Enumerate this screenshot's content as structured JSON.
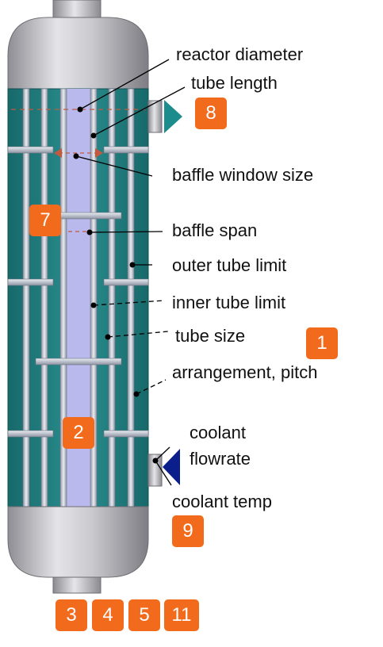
{
  "colors": {
    "shell": "#1f7f80",
    "inner_tube_zone": "#b9b9ee",
    "tube": "#c4c8d4",
    "head": "#b8b8bd",
    "badge": "#f26a1b",
    "inlet_arrow": "#0b1f8c",
    "outlet_arrow": "#1c8c8c",
    "dim_marker": "#c05a40"
  },
  "labels": {
    "reactor_diameter": "reactor diameter",
    "tube_length": "tube length",
    "baffle_window_size": "baffle window size",
    "baffle_span": "baffle span",
    "outer_tube_limit": "outer tube limit",
    "inner_tube_limit": "inner tube limit",
    "tube_size": "tube size",
    "arrangement_pitch": "arrangement, pitch",
    "coolant_flowrate_line1": "coolant",
    "coolant_flowrate_line2": "flowrate",
    "coolant_temp": "coolant temp"
  },
  "badges": {
    "b1": "1",
    "b2": "2",
    "b3": "3",
    "b4": "4",
    "b5": "5",
    "b7": "7",
    "b8": "8",
    "b9": "9",
    "b11": "11"
  }
}
